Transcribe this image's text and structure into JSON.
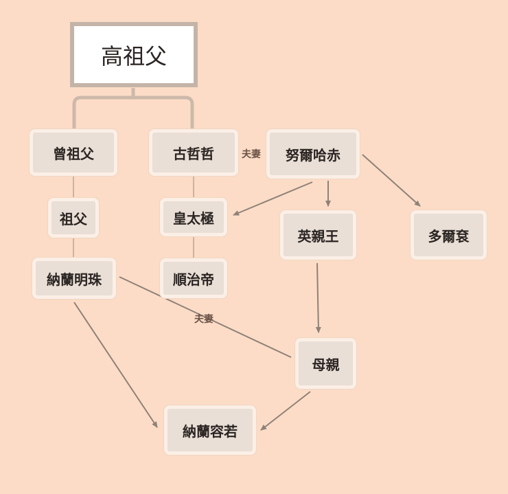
{
  "nodes": {
    "gaozufu": "高祖父",
    "zengzufu": "曾祖父",
    "guzhezhe": "古哲哲",
    "nurhaci": "努爾哈赤",
    "zufu": "祖父",
    "huangtaiji": "皇太極",
    "yingqinwang": "英親王",
    "duoergun": "多爾袞",
    "nalanmingzhu": "納蘭明珠",
    "shunzhidi": "順治帝",
    "muqin": "母親",
    "nalanrongruo": "納蘭容若"
  },
  "relations": {
    "spouse_top": "夫妻",
    "spouse_middle": "夫妻"
  },
  "colors": {
    "background": "#fcdcc6",
    "node_fill": "#e9dfd6",
    "connector": "#cdb9ab",
    "arrow": "#8e8178"
  }
}
